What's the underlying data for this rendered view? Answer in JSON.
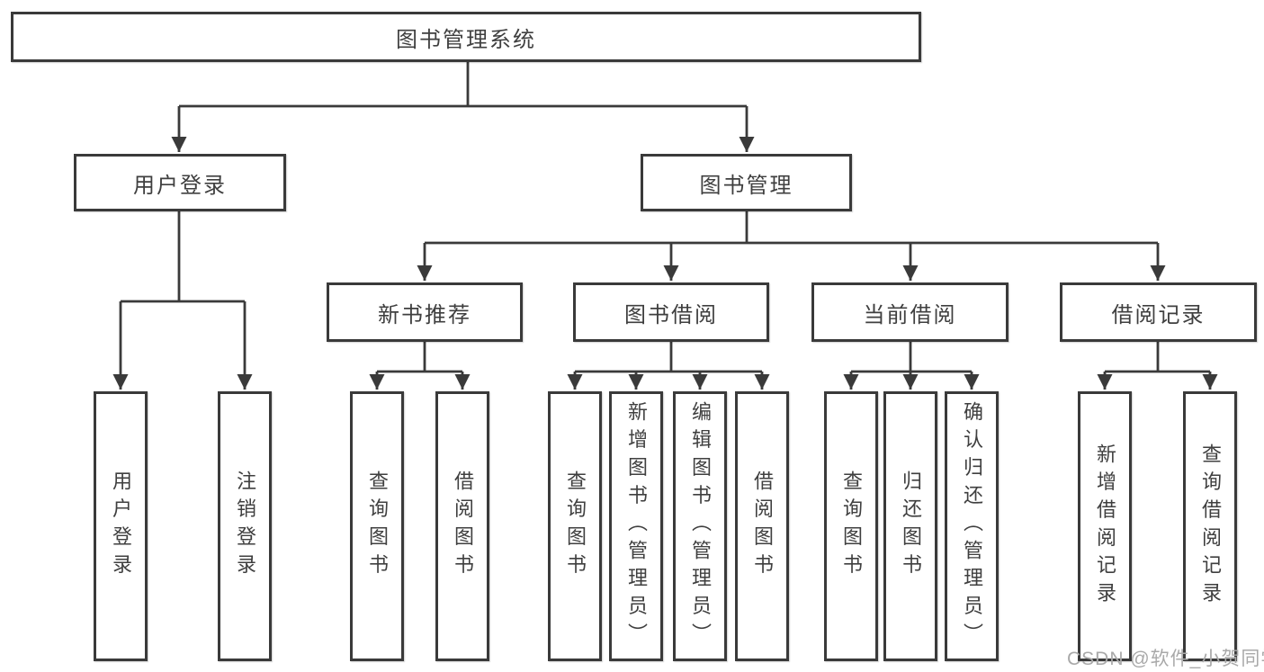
{
  "colors": {
    "line": "#3a3a3a",
    "text": "#3f3f3f",
    "background": "#ffffff",
    "watermark": "#a9a9a9"
  },
  "tree": {
    "root": "图书管理系统",
    "branches": {
      "user_login": {
        "label": "用户登录",
        "children": [
          "用户登录",
          "注销登录"
        ]
      },
      "book_mgmt": {
        "label": "图书管理",
        "sections": {
          "new_book_rec": {
            "label": "新书推荐",
            "children": [
              "查询图书",
              "借阅图书"
            ]
          },
          "book_borrow": {
            "label": "图书借阅",
            "children": [
              "查询图书",
              "新增图书（管理员）",
              "编辑图书（管理员）",
              "借阅图书"
            ]
          },
          "current_borrow": {
            "label": "当前借阅",
            "children": [
              "查询图书",
              "归还图书",
              "确认归还（管理员）"
            ]
          },
          "borrow_records": {
            "label": "借阅记录",
            "children": [
              "新增借阅记录",
              "查询借阅记录"
            ]
          }
        }
      }
    }
  },
  "watermark": "CSDN @软件_小贺同学"
}
